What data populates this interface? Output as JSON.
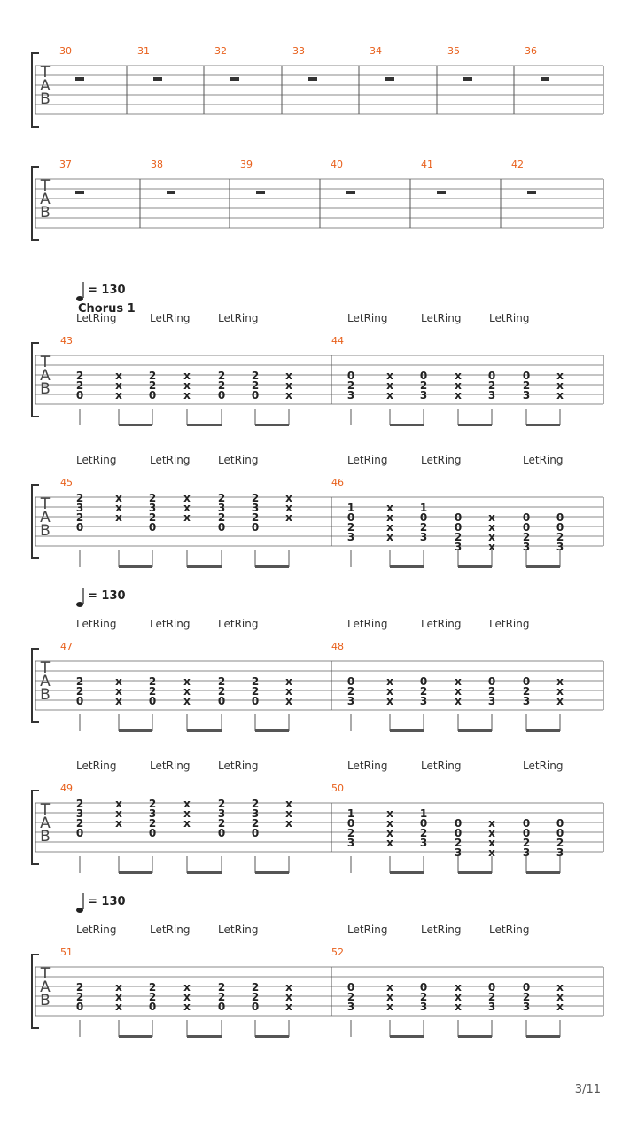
{
  "page": {
    "number": "3/11"
  },
  "labels": {
    "tab_clef": [
      "T",
      "A",
      "B"
    ],
    "tempo_value": "130",
    "tempo_eq": "=",
    "section": "Chorus 1",
    "let_ring": "LetRing"
  },
  "colors": {
    "measure_number": "#e8601c",
    "staff": "#8a8a8a",
    "fret": "#222222"
  },
  "systems": [
    {
      "type": "rest",
      "measures": [
        30,
        31,
        32,
        33,
        34,
        35,
        36
      ]
    },
    {
      "type": "rest",
      "measures": [
        37,
        38,
        39,
        40,
        41,
        42
      ]
    },
    {
      "type": "notes",
      "tempo": true,
      "section": true,
      "measures": [
        43,
        44
      ],
      "letring_counts": [
        3,
        3
      ],
      "beats": [
        [
          [
            "",
            "",
            "",
            "2",
            "2",
            "0"
          ],
          [
            "",
            "",
            "",
            "x",
            "x",
            "x"
          ],
          [
            "",
            "",
            "",
            "2",
            "2",
            "0"
          ],
          [
            "",
            "",
            "",
            "x",
            "x",
            "x"
          ],
          [
            "",
            "",
            "",
            "2",
            "2",
            "0"
          ],
          [
            "",
            "",
            "",
            "2",
            "2",
            "0"
          ],
          [
            "",
            "",
            "",
            "x",
            "x",
            "x"
          ]
        ],
        [
          [
            "",
            "",
            "",
            "0",
            "2",
            "3"
          ],
          [
            "",
            "",
            "",
            "x",
            "x",
            "x"
          ],
          [
            "",
            "",
            "",
            "0",
            "2",
            "3"
          ],
          [
            "",
            "",
            "",
            "x",
            "x",
            "x"
          ],
          [
            "",
            "",
            "",
            "0",
            "2",
            "3"
          ],
          [
            "",
            "",
            "",
            "0",
            "2",
            "3"
          ],
          [
            "",
            "",
            "",
            "x",
            "x",
            "x"
          ]
        ]
      ]
    },
    {
      "type": "notes",
      "tempo": false,
      "section": false,
      "measures": [
        45,
        46
      ],
      "letring_counts": [
        3,
        3
      ],
      "beats": [
        [
          [
            "",
            "2",
            "3",
            "2",
            "0",
            ""
          ],
          [
            "",
            "x",
            "x",
            "x",
            "",
            ""
          ],
          [
            "",
            "2",
            "3",
            "2",
            "0",
            ""
          ],
          [
            "",
            "x",
            "x",
            "x",
            "",
            ""
          ],
          [
            "",
            "2",
            "3",
            "2",
            "0",
            ""
          ],
          [
            "",
            "2",
            "3",
            "2",
            "0",
            ""
          ],
          [
            "",
            "x",
            "x",
            "x",
            "",
            ""
          ]
        ],
        [
          [
            "",
            "",
            "1",
            "0",
            "2",
            "3"
          ],
          [
            "",
            "",
            "x",
            "x",
            "x",
            "x"
          ],
          [
            "",
            "",
            "1",
            "0",
            "2",
            "3"
          ],
          [
            "",
            "",
            "",
            "0",
            "0",
            "2",
            "3"
          ],
          [
            "",
            "",
            "",
            "x",
            "x",
            "x",
            "x"
          ],
          [
            "",
            "",
            "",
            "0",
            "0",
            "2",
            "3"
          ],
          [
            "",
            "",
            "",
            "0",
            "0",
            "2",
            "3"
          ]
        ]
      ]
    },
    {
      "type": "notes",
      "tempo": true,
      "section": false,
      "measures": [
        47,
        48
      ],
      "letring_counts": [
        3,
        3
      ],
      "beats": [
        [
          [
            "",
            "",
            "",
            "2",
            "2",
            "0"
          ],
          [
            "",
            "",
            "",
            "x",
            "x",
            "x"
          ],
          [
            "",
            "",
            "",
            "2",
            "2",
            "0"
          ],
          [
            "",
            "",
            "",
            "x",
            "x",
            "x"
          ],
          [
            "",
            "",
            "",
            "2",
            "2",
            "0"
          ],
          [
            "",
            "",
            "",
            "2",
            "2",
            "0"
          ],
          [
            "",
            "",
            "",
            "x",
            "x",
            "x"
          ]
        ],
        [
          [
            "",
            "",
            "",
            "0",
            "2",
            "3"
          ],
          [
            "",
            "",
            "",
            "x",
            "x",
            "x"
          ],
          [
            "",
            "",
            "",
            "0",
            "2",
            "3"
          ],
          [
            "",
            "",
            "",
            "x",
            "x",
            "x"
          ],
          [
            "",
            "",
            "",
            "0",
            "2",
            "3"
          ],
          [
            "",
            "",
            "",
            "0",
            "2",
            "3"
          ],
          [
            "",
            "",
            "",
            "x",
            "x",
            "x"
          ]
        ]
      ]
    },
    {
      "type": "notes",
      "tempo": false,
      "section": false,
      "measures": [
        49,
        50
      ],
      "letring_counts": [
        3,
        3
      ],
      "beats": [
        [
          [
            "",
            "2",
            "3",
            "2",
            "0",
            ""
          ],
          [
            "",
            "x",
            "x",
            "x",
            "",
            ""
          ],
          [
            "",
            "2",
            "3",
            "2",
            "0",
            ""
          ],
          [
            "",
            "x",
            "x",
            "x",
            "",
            ""
          ],
          [
            "",
            "2",
            "3",
            "2",
            "0",
            ""
          ],
          [
            "",
            "2",
            "3",
            "2",
            "0",
            ""
          ],
          [
            "",
            "x",
            "x",
            "x",
            "",
            ""
          ]
        ],
        [
          [
            "",
            "",
            "1",
            "0",
            "2",
            "3"
          ],
          [
            "",
            "",
            "x",
            "x",
            "x",
            "x"
          ],
          [
            "",
            "",
            "1",
            "0",
            "2",
            "3"
          ],
          [
            "",
            "",
            "",
            "0",
            "0",
            "2",
            "3"
          ],
          [
            "",
            "",
            "",
            "x",
            "x",
            "x",
            "x"
          ],
          [
            "",
            "",
            "",
            "0",
            "0",
            "2",
            "3"
          ],
          [
            "",
            "",
            "",
            "0",
            "0",
            "2",
            "3"
          ]
        ]
      ]
    },
    {
      "type": "notes",
      "tempo": true,
      "section": false,
      "measures": [
        51,
        52
      ],
      "letring_counts": [
        3,
        3
      ],
      "beats": [
        [
          [
            "",
            "",
            "",
            "2",
            "2",
            "0"
          ],
          [
            "",
            "",
            "",
            "x",
            "x",
            "x"
          ],
          [
            "",
            "",
            "",
            "2",
            "2",
            "0"
          ],
          [
            "",
            "",
            "",
            "x",
            "x",
            "x"
          ],
          [
            "",
            "",
            "",
            "2",
            "2",
            "0"
          ],
          [
            "",
            "",
            "",
            "2",
            "2",
            "0"
          ],
          [
            "",
            "",
            "",
            "x",
            "x",
            "x"
          ]
        ],
        [
          [
            "",
            "",
            "",
            "0",
            "2",
            "3"
          ],
          [
            "",
            "",
            "",
            "x",
            "x",
            "x"
          ],
          [
            "",
            "",
            "",
            "0",
            "2",
            "3"
          ],
          [
            "",
            "",
            "",
            "x",
            "x",
            "x"
          ],
          [
            "",
            "",
            "",
            "0",
            "2",
            "3"
          ],
          [
            "",
            "",
            "",
            "0",
            "2",
            "3"
          ],
          [
            "",
            "",
            "",
            "x",
            "x",
            "x"
          ]
        ]
      ]
    }
  ]
}
